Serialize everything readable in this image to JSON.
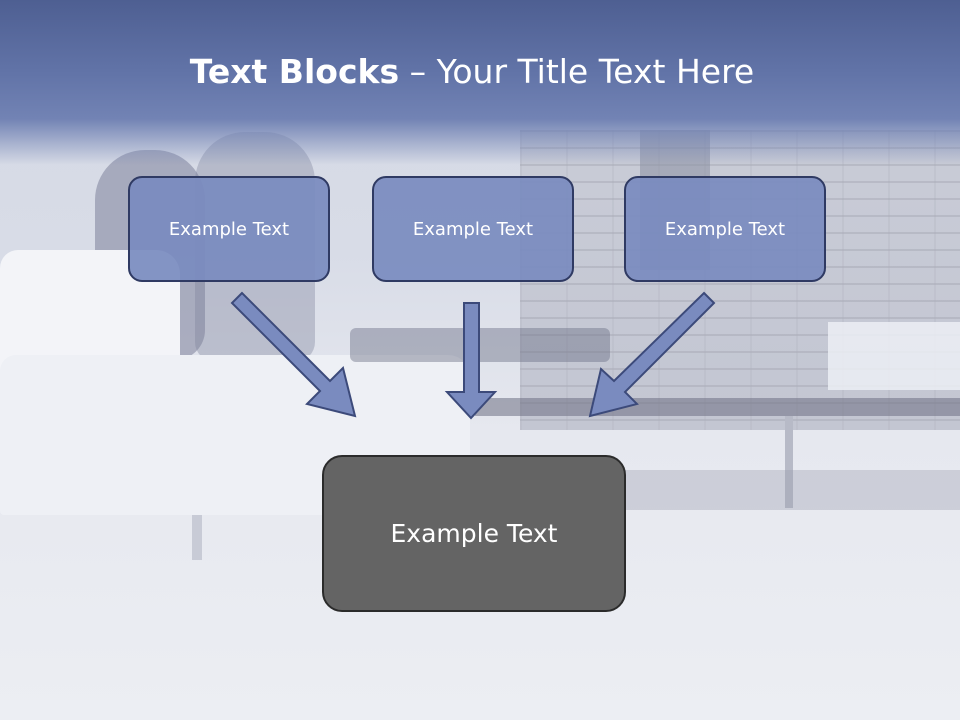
{
  "slide": {
    "title_bold": "Text Blocks",
    "title_dash": " – ",
    "title_rest": "Your Title Text Here"
  },
  "diagram": {
    "top_boxes": [
      {
        "label": "Example Text"
      },
      {
        "label": "Example Text"
      },
      {
        "label": "Example Text"
      }
    ],
    "bottom_box": {
      "label": "Example Text"
    }
  },
  "colors": {
    "title_band": "#5e70a5",
    "top_box_fill": "#7a8bbf",
    "top_box_border": "#2f3a63",
    "bottom_box_fill": "#646464",
    "text": "#ffffff"
  }
}
